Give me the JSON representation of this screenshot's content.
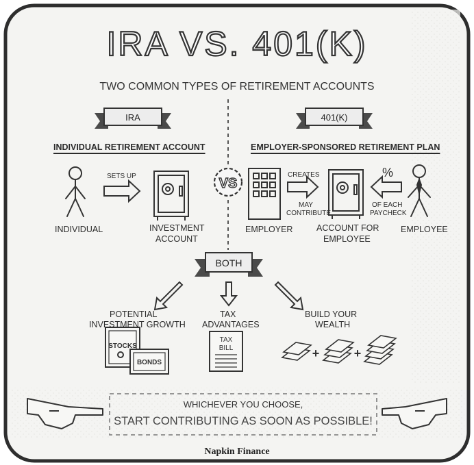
{
  "title": "IRA VS. 401(K)",
  "subtitle": "TWO COMMON TYPES OF RETIREMENT ACCOUNTS",
  "vs_badge": "VS",
  "ira": {
    "banner": "IRA",
    "heading": "INDIVIDUAL RETIREMENT ACCOUNT",
    "person_label": "INDIVIDUAL",
    "arrow_label": "SETS UP",
    "account_label_1": "INVESTMENT",
    "account_label_2": "ACCOUNT"
  },
  "k401": {
    "banner": "401(K)",
    "heading": "EMPLOYER-SPONSORED RETIREMENT PLAN",
    "employer_label": "EMPLOYER",
    "creates_label": "CREATES",
    "may_label_1": "MAY",
    "may_label_2": "CONTRIBUTE",
    "account_label_1": "ACCOUNT FOR",
    "account_label_2": "EMPLOYEE",
    "percent_label": "%",
    "paycheck_label_1": "OF EACH",
    "paycheck_label_2": "PAYCHECK",
    "employee_label": "EMPLOYEE"
  },
  "both": {
    "banner": "BOTH",
    "growth_1": "POTENTIAL",
    "growth_2": "INVESTMENT GROWTH",
    "stocks": "STOCKS",
    "bonds": "BONDS",
    "tax_1": "TAX",
    "tax_2": "ADVANTAGES",
    "bill_1": "TAX",
    "bill_2": "BILL",
    "wealth_1": "BUILD YOUR",
    "wealth_2": "WEALTH",
    "plus": "+"
  },
  "bottom": {
    "line1": "WHICHEVER YOU CHOOSE,",
    "line2": "START CONTRIBUTING AS SOON AS POSSIBLE!"
  },
  "brand": "Napkin Finance",
  "colors": {
    "ink": "#2b2b2b",
    "paper": "#f4f4f2",
    "banner_dark": "#4a4a4a",
    "banner_light": "#ededed"
  }
}
